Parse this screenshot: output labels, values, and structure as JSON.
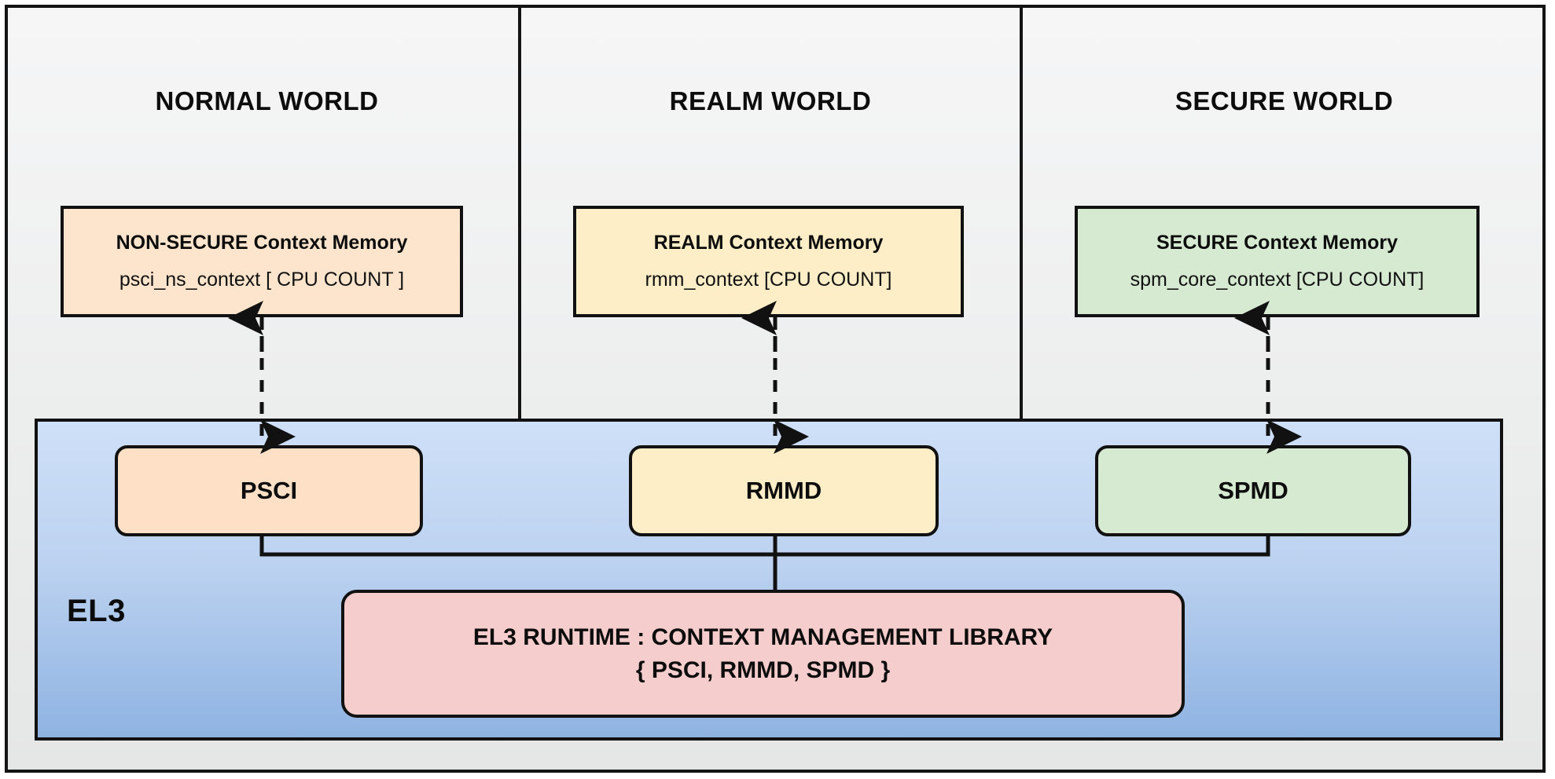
{
  "diagram": {
    "title_el3": "EL3",
    "worlds": [
      {
        "name": "NORMAL WORLD",
        "context_box": {
          "title": "NON-SECURE Context Memory",
          "subtitle": "psci_ns_context  [ CPU COUNT ]",
          "fill": "#fde5cd"
        },
        "dispatcher": {
          "label": "PSCI",
          "fill": "#fde0c5"
        }
      },
      {
        "name": "REALM WORLD",
        "context_box": {
          "title": "REALM Context Memory",
          "subtitle": "rmm_context [CPU COUNT]",
          "fill": "#fdeec7"
        },
        "dispatcher": {
          "label": "RMMD",
          "fill": "#fdeec7"
        }
      },
      {
        "name": "SECURE WORLD",
        "context_box": {
          "title": "SECURE Context Memory",
          "subtitle": "spm_core_context  [CPU COUNT]",
          "fill": "#d6ead2"
        },
        "dispatcher": {
          "label": "SPMD",
          "fill": "#d6ead2"
        }
      }
    ],
    "runtime": {
      "line1": "EL3 RUNTIME : CONTEXT MANAGEMENT LIBRARY",
      "line2": "{ PSCI, RMMD, SPMD }",
      "fill": "#f5cdcd"
    },
    "connectors": {
      "bidirectional_dashed_count": 3,
      "bus_label": ""
    },
    "colors": {
      "border": "#111111",
      "el3_gradient_top": "#cfe0f8",
      "el3_gradient_bottom": "#8fb3e2",
      "page_background": "#eceded"
    }
  }
}
